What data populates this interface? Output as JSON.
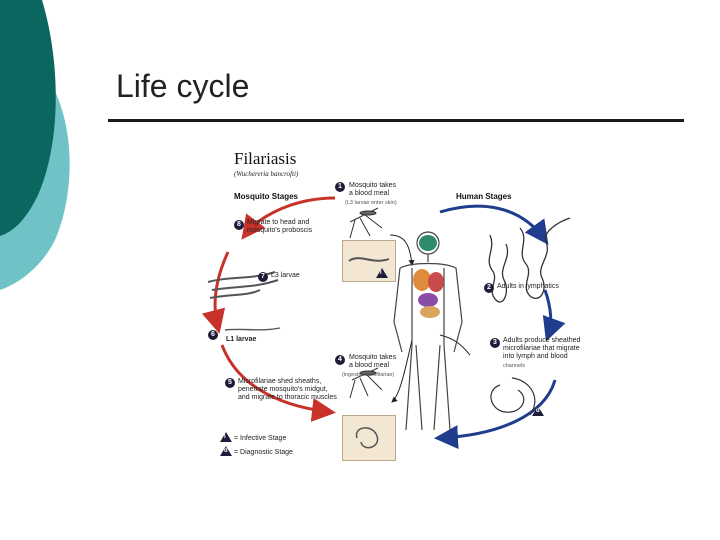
{
  "slide": {
    "title": "Life cycle"
  },
  "diagram": {
    "title": "Filariasis",
    "subtitle": "(Wuchereria bancrofti)",
    "headers": {
      "mosquito": "Mosquito Stages",
      "human": "Human Stages"
    },
    "steps": [
      {
        "num": "1",
        "text": "Mosquito takes\na blood meal",
        "note": "(L3 larvae enter skin)"
      },
      {
        "num": "2",
        "text": "Adults in lymphatics",
        "note": ""
      },
      {
        "num": "3",
        "text": "Adults produce sheathed\nmicrofilariae that migrate\ninto lymph and blood",
        "note": "channels"
      },
      {
        "num": "4",
        "text": "Mosquito takes\na blood meal",
        "note": "(ingests microfilariae)"
      },
      {
        "num": "5",
        "text": "Microfilariae shed sheaths,\npenetrate mosquito's midgut,\nand migrate to thoracic muscles",
        "note": ""
      },
      {
        "num": "6",
        "text": "L1 larvae",
        "note": ""
      },
      {
        "num": "7",
        "text": "L3 larvae",
        "note": ""
      },
      {
        "num": "8",
        "text": "Migrate to head and\nmosquito's proboscis",
        "note": ""
      }
    ],
    "legend": {
      "infective": {
        "sym": "i",
        "text": "= Infective Stage"
      },
      "diagnostic": {
        "sym": "d",
        "text": "= Diagnostic Stage"
      }
    },
    "colors": {
      "cycle_red": "#c8322a",
      "cycle_blue": "#1f3d8c",
      "badge": "#1d1d3a",
      "teal": "#0b6660",
      "teal_light": "#6fc3c7"
    }
  }
}
